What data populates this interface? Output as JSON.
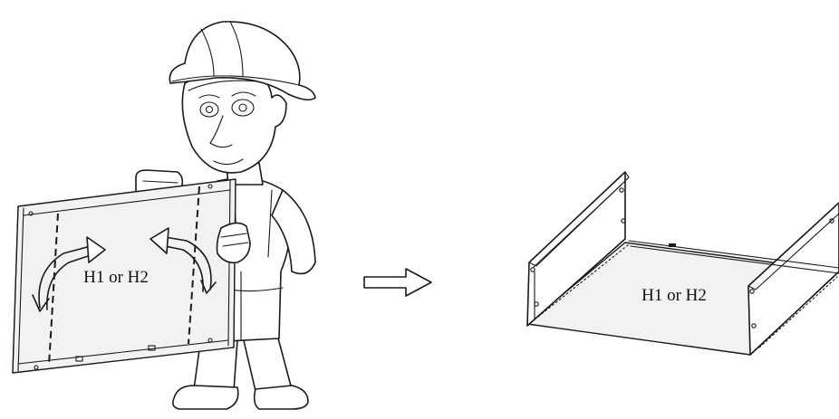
{
  "step_left": {
    "panel_label": "H1 or H2"
  },
  "step_right": {
    "box_label": "H1 or H2"
  },
  "colors": {
    "line": "#1a1a1a",
    "background": "#ffffff"
  },
  "icons": [
    "worker-figure",
    "fold-arrow-left",
    "fold-arrow-right",
    "transition-arrow",
    "folded-tray"
  ]
}
